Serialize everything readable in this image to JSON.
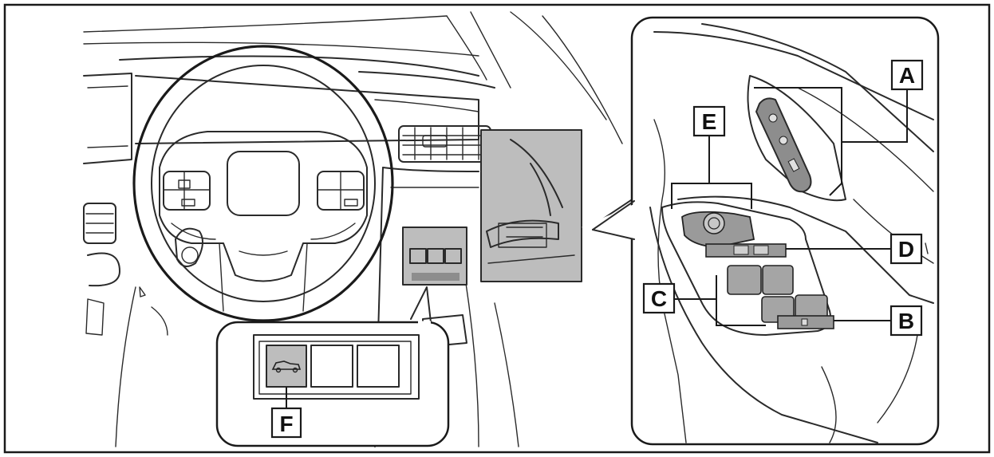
{
  "callouts": {
    "A": "A",
    "B": "B",
    "C": "C",
    "D": "D",
    "E": "E",
    "F": "F"
  },
  "colors": {
    "line": "#2a2a2a",
    "shade": "#bdbdbd",
    "shade_dark": "#8d8d8d",
    "background": "#ffffff"
  }
}
